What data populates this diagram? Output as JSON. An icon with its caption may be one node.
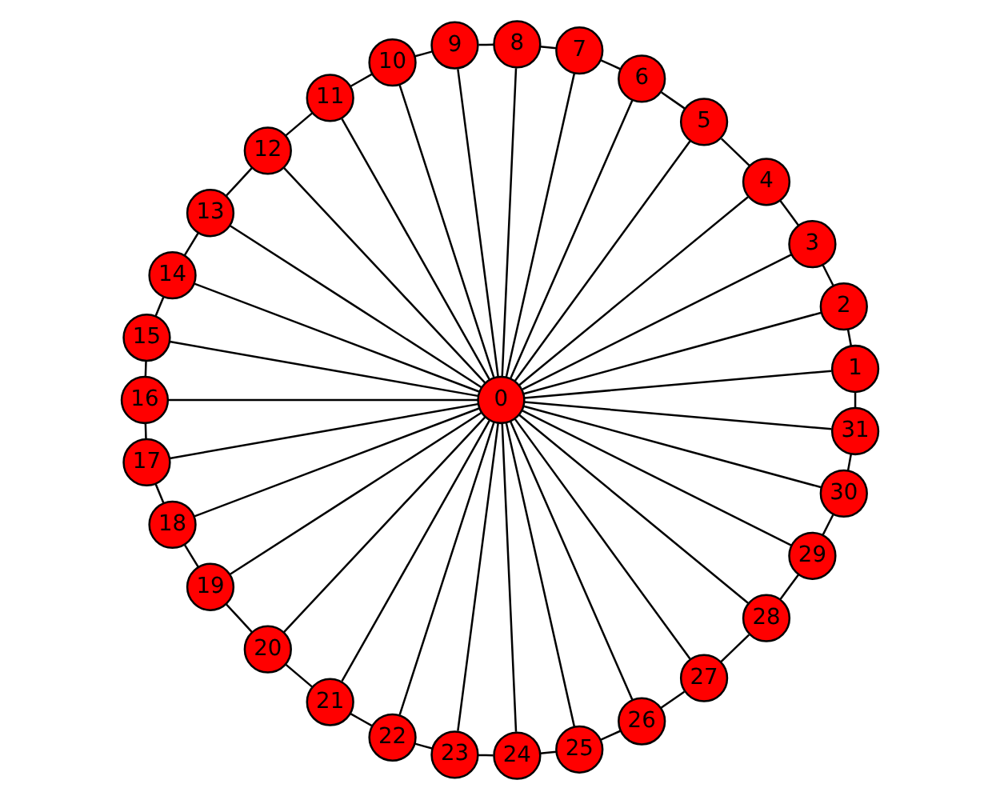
{
  "diagram": {
    "nodes": [
      {
        "text": [
          "0"
        ]
      },
      {
        "text": [
          "1"
        ]
      },
      {
        "text": [
          "2"
        ]
      },
      {
        "text": [
          "3"
        ]
      },
      {
        "text": [
          "4"
        ]
      },
      {
        "text": [
          "5"
        ]
      },
      {
        "text": [
          "6"
        ]
      },
      {
        "text": [
          "7"
        ]
      },
      {
        "text": [
          "8"
        ]
      },
      {
        "text": [
          "9"
        ]
      },
      {
        "text": [
          "10"
        ]
      },
      {
        "text": [
          "11"
        ]
      },
      {
        "text": [
          "12"
        ]
      },
      {
        "text": [
          "13"
        ]
      },
      {
        "text": [
          "14"
        ]
      },
      {
        "text": [
          "15"
        ]
      },
      {
        "text": [
          "16"
        ]
      },
      {
        "text": [
          "17"
        ]
      },
      {
        "text": [
          "18"
        ]
      },
      {
        "text": [
          "19"
        ]
      },
      {
        "text": [
          "20"
        ]
      },
      {
        "text": [
          "21"
        ]
      },
      {
        "text": [
          "22"
        ]
      },
      {
        "text": [
          "23"
        ]
      },
      {
        "text": [
          "24"
        ]
      },
      {
        "text": [
          "25"
        ]
      },
      {
        "text": [
          "26"
        ]
      },
      {
        "text": [
          "27"
        ]
      },
      {
        "text": [
          "28"
        ]
      },
      {
        "text": [
          "29"
        ]
      },
      {
        "text": [
          "30"
        ]
      },
      {
        "text": [
          "31"
        ]
      }
    ],
    "edges": [
      {
        "from": 0,
        "to": 1,
        "arrow": "none"
      },
      {
        "from": 0,
        "to": 2,
        "arrow": "none"
      },
      {
        "from": 0,
        "to": 3,
        "arrow": "none"
      },
      {
        "from": 0,
        "to": 4,
        "arrow": "none"
      },
      {
        "from": 0,
        "to": 5,
        "arrow": "none"
      },
      {
        "from": 0,
        "to": 6,
        "arrow": "none"
      },
      {
        "from": 0,
        "to": 7,
        "arrow": "none"
      },
      {
        "from": 0,
        "to": 8,
        "arrow": "none"
      },
      {
        "from": 0,
        "to": 9,
        "arrow": "none"
      },
      {
        "from": 0,
        "to": 10,
        "arrow": "none"
      },
      {
        "from": 0,
        "to": 11,
        "arrow": "none"
      },
      {
        "from": 0,
        "to": 12,
        "arrow": "none"
      },
      {
        "from": 0,
        "to": 13,
        "arrow": "none"
      },
      {
        "from": 0,
        "to": 14,
        "arrow": "none"
      },
      {
        "from": 0,
        "to": 15,
        "arrow": "none"
      },
      {
        "from": 0,
        "to": 16,
        "arrow": "none"
      },
      {
        "from": 0,
        "to": 17,
        "arrow": "none"
      },
      {
        "from": 0,
        "to": 18,
        "arrow": "none"
      },
      {
        "from": 0,
        "to": 19,
        "arrow": "none"
      },
      {
        "from": 0,
        "to": 20,
        "arrow": "none"
      },
      {
        "from": 0,
        "to": 21,
        "arrow": "none"
      },
      {
        "from": 0,
        "to": 22,
        "arrow": "none"
      },
      {
        "from": 0,
        "to": 23,
        "arrow": "none"
      },
      {
        "from": 0,
        "to": 24,
        "arrow": "none"
      },
      {
        "from": 0,
        "to": 25,
        "arrow": "none"
      },
      {
        "from": 0,
        "to": 26,
        "arrow": "none"
      },
      {
        "from": 0,
        "to": 27,
        "arrow": "none"
      },
      {
        "from": 0,
        "to": 28,
        "arrow": "none"
      },
      {
        "from": 0,
        "to": 29,
        "arrow": "none"
      },
      {
        "from": 0,
        "to": 30,
        "arrow": "none"
      },
      {
        "from": 0,
        "to": 31,
        "arrow": "none"
      },
      {
        "from": 1,
        "to": 2,
        "arrow": "none"
      },
      {
        "from": 2,
        "to": 3,
        "arrow": "none"
      },
      {
        "from": 3,
        "to": 4,
        "arrow": "none"
      },
      {
        "from": 4,
        "to": 5,
        "arrow": "none"
      },
      {
        "from": 5,
        "to": 6,
        "arrow": "none"
      },
      {
        "from": 6,
        "to": 7,
        "arrow": "none"
      },
      {
        "from": 7,
        "to": 8,
        "arrow": "none"
      },
      {
        "from": 8,
        "to": 9,
        "arrow": "none"
      },
      {
        "from": 9,
        "to": 10,
        "arrow": "none"
      },
      {
        "from": 10,
        "to": 11,
        "arrow": "none"
      },
      {
        "from": 11,
        "to": 12,
        "arrow": "none"
      },
      {
        "from": 12,
        "to": 13,
        "arrow": "none"
      },
      {
        "from": 13,
        "to": 14,
        "arrow": "none"
      },
      {
        "from": 14,
        "to": 15,
        "arrow": "none"
      },
      {
        "from": 15,
        "to": 16,
        "arrow": "none"
      },
      {
        "from": 16,
        "to": 17,
        "arrow": "none"
      },
      {
        "from": 17,
        "to": 18,
        "arrow": "none"
      },
      {
        "from": 18,
        "to": 19,
        "arrow": "none"
      },
      {
        "from": 19,
        "to": 20,
        "arrow": "none"
      },
      {
        "from": 20,
        "to": 21,
        "arrow": "none"
      },
      {
        "from": 21,
        "to": 22,
        "arrow": "none"
      },
      {
        "from": 22,
        "to": 23,
        "arrow": "none"
      },
      {
        "from": 23,
        "to": 24,
        "arrow": "none"
      },
      {
        "from": 24,
        "to": 25,
        "arrow": "none"
      },
      {
        "from": 25,
        "to": 26,
        "arrow": "none"
      },
      {
        "from": 26,
        "to": 27,
        "arrow": "none"
      },
      {
        "from": 27,
        "to": 28,
        "arrow": "none"
      },
      {
        "from": 28,
        "to": 29,
        "arrow": "none"
      },
      {
        "from": 29,
        "to": 30,
        "arrow": "none"
      },
      {
        "from": 30,
        "to": 31,
        "arrow": "none"
      },
      {
        "from": 31,
        "to": 1,
        "arrow": "none"
      }
    ]
  }
}
